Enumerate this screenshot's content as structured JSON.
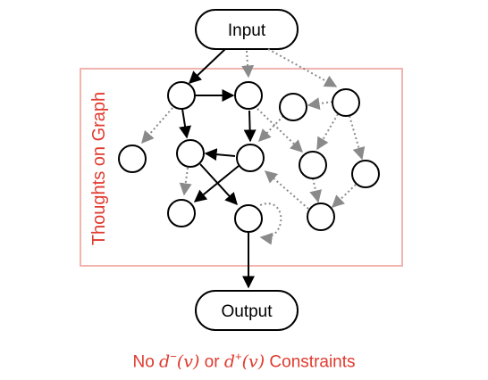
{
  "diagram": {
    "input_label": "Input",
    "output_label": "Output",
    "frame_label": "Thoughts on Graph",
    "caption": {
      "pre": "No ",
      "sym1": "d",
      "sup1": "−",
      "arg1": "(v)",
      "mid": " or ",
      "sym2": "d",
      "sup2": "+",
      "arg2": "(v)",
      "post": " Constraints"
    },
    "colors": {
      "accent": "#e03a2e",
      "frame": "#f2b4ae",
      "solid_edge": "#000000",
      "dotted_edge": "#8a8a8a"
    }
  }
}
